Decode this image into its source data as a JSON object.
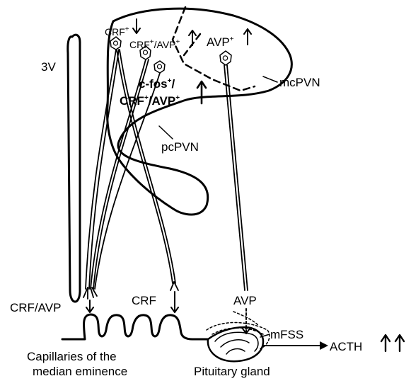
{
  "labels": {
    "third_ventricle": "3V",
    "mcpvn": "mcPVN",
    "pcpvn": "pcPVN",
    "crf_top": "CRF",
    "crf_top_sup": "+",
    "crf_avp_a": "CRF",
    "crf_avp_a_sup1": "+",
    "crf_avp_b": "/AVP",
    "crf_avp_b_sup2": "+",
    "avp_top": "AVP",
    "avp_top_sup": "+",
    "cfos_line1": "c-fos",
    "cfos_line1_sup": "+",
    "cfos_line1_end": "/",
    "cfos_line2_a": "CRF",
    "cfos_line2_sup1": "+",
    "cfos_line2_b": "/AVP",
    "cfos_line2_sup2": "+",
    "terminal_crf_avp": "CRF/AVP",
    "terminal_crf": "CRF",
    "terminal_avp": "AVP",
    "mfss": "mFSS",
    "acth": "ACTH",
    "capillaries_line1": "Capillaries of the",
    "capillaries_line2": "median eminence",
    "pituitary": "Pituitary gland"
  },
  "arrows": {
    "crf_top": "down",
    "crf_avp": "up",
    "avp_top": "up",
    "cfos_crf_avp": "up",
    "acth": "up-up"
  }
}
